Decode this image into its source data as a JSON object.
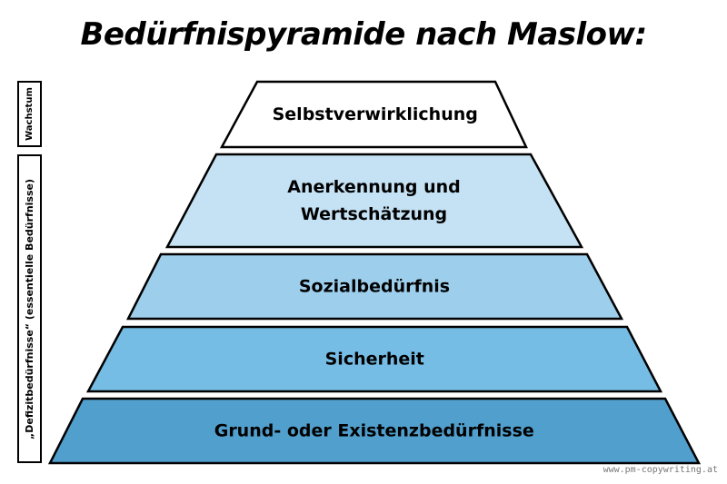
{
  "title": "Bedürfnispyramide nach Maslow:",
  "side_labels": {
    "growth": "Wachstum",
    "deficit": "„Defizitbedürfnisse“ (essentielle Bedürfnisse)"
  },
  "levels": [
    {
      "lines": [
        "Selbstverwirklichung"
      ],
      "color": "#ffffff"
    },
    {
      "lines": [
        "Anerkennung und",
        "Wertschätzung"
      ],
      "color": "#c5e2f4"
    },
    {
      "lines": [
        "Sozialbedürfnis"
      ],
      "color": "#9dcfed"
    },
    {
      "lines": [
        "Sicherheit"
      ],
      "color": "#76bde5"
    },
    {
      "lines": [
        "Grund- oder Existenzbedürfnisse"
      ],
      "color": "#519fcd"
    }
  ],
  "watermark": "www.pm-copywriting.at"
}
